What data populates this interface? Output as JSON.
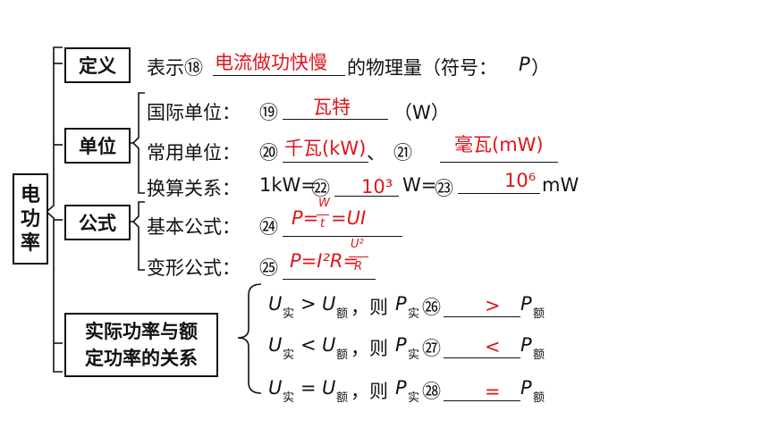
{
  "colors": {
    "answer": "#e0151b",
    "text": "#111111"
  },
  "root": {
    "label_chars": [
      "电",
      "功",
      "率"
    ]
  },
  "definition": {
    "label": "定义",
    "prefix": "表示⑱",
    "answer": "电流做功快慢",
    "suffix": "的物理量（符号：",
    "symbol": "P",
    "close": "）"
  },
  "unit": {
    "label": "单位",
    "intl_label": "国际单位：",
    "intl_num": "⑲",
    "intl_answer": "瓦特",
    "intl_tail": "（W）",
    "common_label": "常用单位：",
    "common_num1": "⑳",
    "common_answer1": "千瓦(kW)",
    "common_sep": "、",
    "common_num2": "㉑",
    "common_answer2": "毫瓦(mW)",
    "conv_label": "换算关系：",
    "conv_lead": "1kW=",
    "conv_num1": "㉒",
    "conv_answer1": "10³",
    "conv_mid": "W=",
    "conv_num2": "㉓",
    "conv_answer2": "10⁶",
    "conv_tail": "mW"
  },
  "formula": {
    "label": "公式",
    "basic_label": "基本公式：",
    "basic_num": "㉔",
    "basic_P": "P=",
    "basic_frac_num": "W",
    "basic_frac_den": "t",
    "basic_tail": "=UI",
    "derived_label": "变形公式：",
    "derived_num": "㉕",
    "derived_lead": "P=I²R=",
    "derived_frac_num": "U²",
    "derived_frac_den": "R"
  },
  "relation": {
    "label_line1": "实际功率与额",
    "label_line2": "定功率的关系",
    "U": "U",
    "P": "P",
    "sub_actual": "实",
    "sub_rated": "额",
    "then": "，则",
    "rows": [
      {
        "op": ">",
        "num": "㉖",
        "answer": ">"
      },
      {
        "op": "<",
        "num": "㉗",
        "answer": "<"
      },
      {
        "op": "=",
        "num": "㉘",
        "answer": "="
      }
    ]
  }
}
